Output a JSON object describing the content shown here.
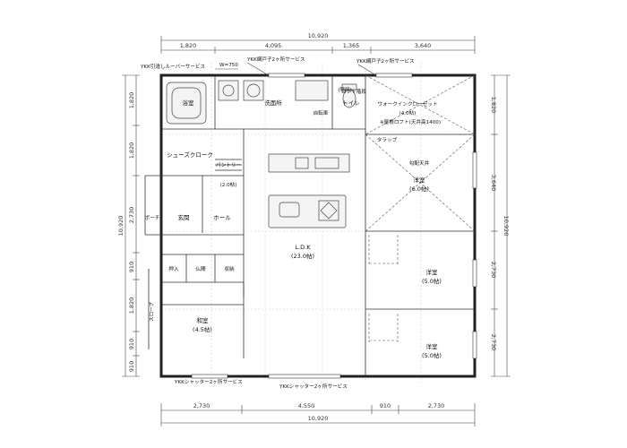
{
  "dimensions": {
    "top_total": "10,920",
    "top_segments": [
      "1,820",
      "4,095",
      "1,365",
      "3,640"
    ],
    "bottom_segments": [
      "2,730",
      "4,550",
      "910",
      "2,730"
    ],
    "bottom_total": "10,920",
    "left_segments": [
      "1,820",
      "1,820",
      "2,730",
      "910",
      "1,820",
      "910",
      "910"
    ],
    "left_total": "10,920",
    "right_segments": [
      "1,820",
      "3,640",
      "2,730",
      "2,730"
    ],
    "right_total": "10,920"
  },
  "rooms": {
    "bath": "浴室",
    "washroom": "洗面所",
    "toilet": "トイレ",
    "bicycle": "自転車",
    "bicycle_note": "(階段)",
    "shoes_closet": "シューズクローク",
    "pantry": "パントリー",
    "pantry_note": "(2.0帖)",
    "entrance": "玄関",
    "hall": "ホール",
    "porch": "ポーチ",
    "oshiire": "押入",
    "butsuma": "仏間",
    "storage": "収納",
    "washitsu": "和室",
    "washitsu_size": "(4.5帖)",
    "ldk": "L.D.K",
    "ldk_size": "(23.0帖)",
    "walk_in": "ウォークインクローゼット",
    "walk_in_size": "(4.0帖)",
    "loft": "※屋根ロフト(天井高1400)",
    "kouhai_tenjou": "勾配天井",
    "youshitsu_1": "洋室",
    "youshitsu_1_size": "(6.0帖)",
    "youshitsu_2": "洋室",
    "youshitsu_2_size": "(5.0帖)",
    "youshitsu_3": "洋室",
    "youshitsu_3_size": "(5.0帖)",
    "slope": "スロープ",
    "stairs_label": "ロフト階段",
    "loft_ladder_label": "タラップ"
  },
  "notes": {
    "window_top_left": "YKK引違しルーバーサービス",
    "w_750": "W=750",
    "window_top_mid": "YKK網戸子2ヶ所サービス",
    "window_top_right": "YKK網戸子2ヶ所サービス",
    "window_bottom_left": "YKKシャッター2ヶ所サービス",
    "window_bottom_mid": "YKKシャッター2ヶ所サービス"
  }
}
